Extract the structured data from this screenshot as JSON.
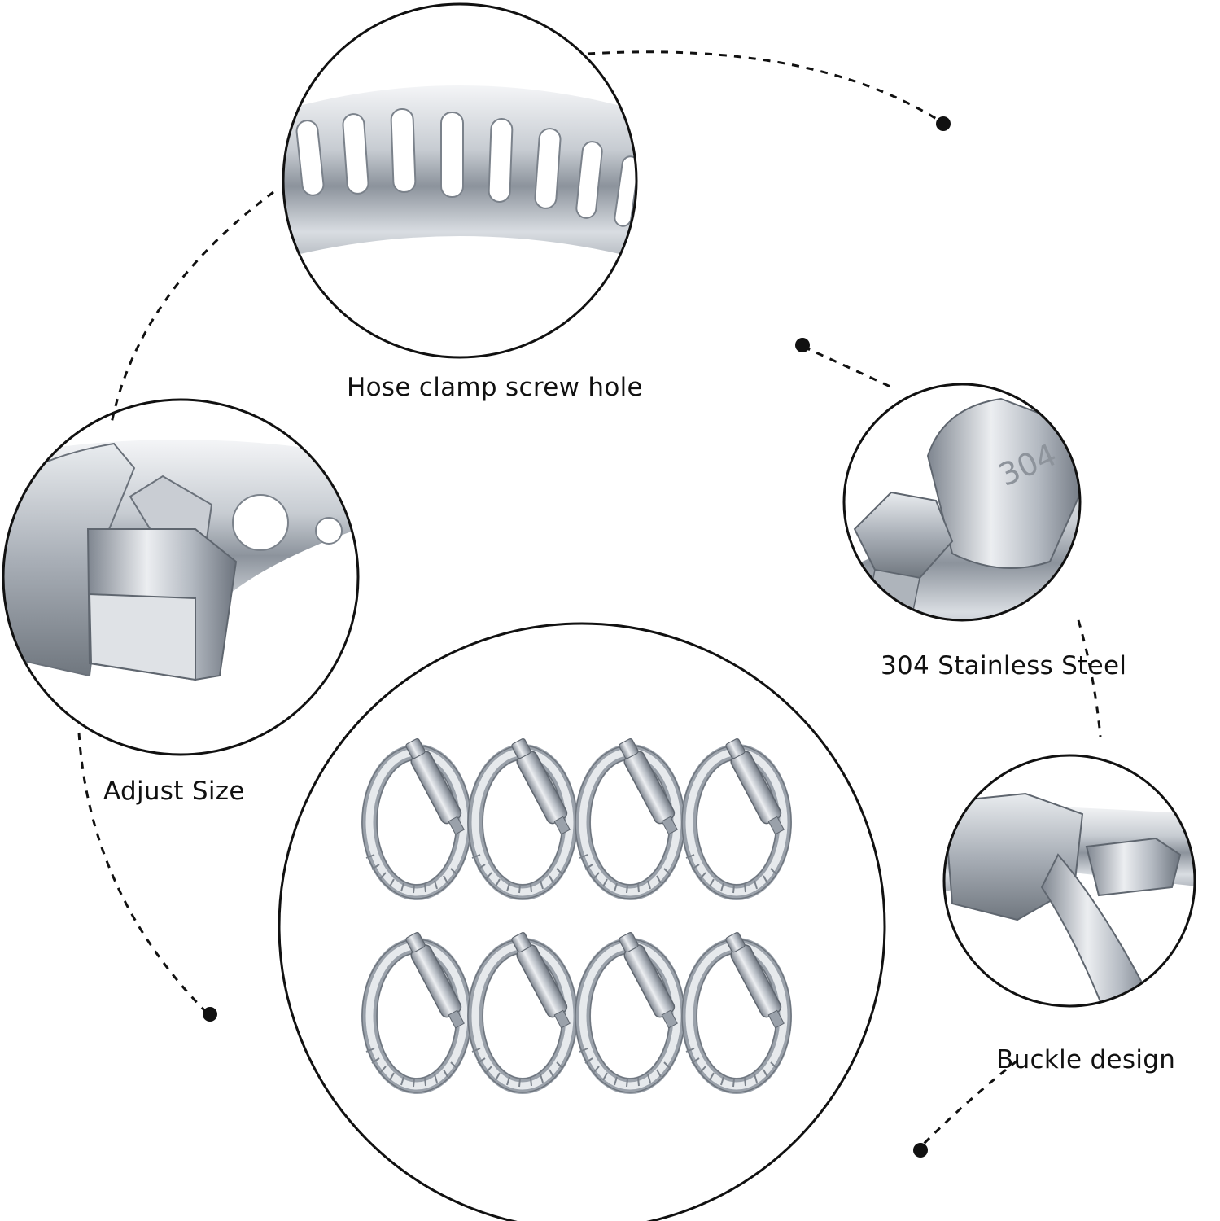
{
  "labels": {
    "screw_hole": "Hose clamp screw hole",
    "adjust_size": "Adjust Size",
    "stainless": "304 Stainless Steel",
    "buckle": "Buckle design",
    "housing_stamp": "304"
  },
  "colors": {
    "outline": "#111111",
    "steel_light": "#eef0f3",
    "steel_mid": "#b9bec6",
    "steel_dark": "#6f7680",
    "background": "#ffffff"
  }
}
